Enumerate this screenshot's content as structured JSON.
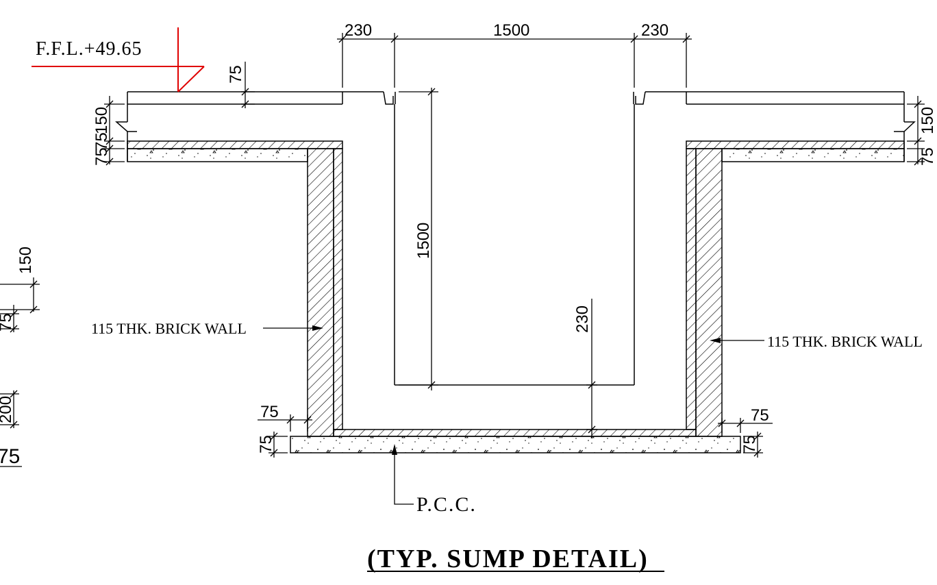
{
  "title": "(TYP.  SUMP  DETAIL)",
  "ffl_label": "F.F.L.+49.65",
  "wall_label_left": "115 THK. BRICK WALL",
  "wall_label_right": "115 THK. BRICK WALL",
  "pcc_label": "P.C.C.",
  "dims": {
    "top_wall_left": "230",
    "top_opening": "1500",
    "top_wall_right": "230",
    "slab_75": "75",
    "left_150": "150",
    "left_75a": "75",
    "left_75b": "75",
    "right_150": "150",
    "right_75": "75",
    "depth_1500": "1500",
    "depth_230": "230",
    "bottom_left_75": "75",
    "bottom_left_75v": "75",
    "bottom_right_75": "75",
    "bottom_right_75v": "75",
    "edge_150": "150",
    "edge_75": "75",
    "edge_200": "200",
    "edge_big_75": "75"
  },
  "colors": {
    "line": "#000000",
    "ffl_marker": "#e00000",
    "background": "#ffffff"
  }
}
